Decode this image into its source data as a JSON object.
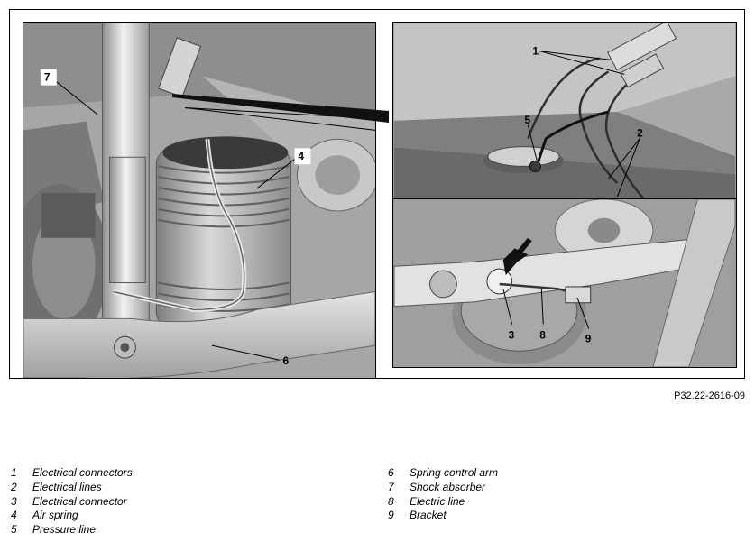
{
  "figure": {
    "id": "P32.22-2616-09",
    "callouts": {
      "main": [
        "7",
        "4",
        "6"
      ],
      "top_right": [
        "1",
        "5",
        "2"
      ],
      "bottom_right": [
        "3",
        "8",
        "9"
      ]
    }
  },
  "legend": {
    "left": [
      {
        "num": "1",
        "text": "Electrical connectors"
      },
      {
        "num": "2",
        "text": "Electrical lines"
      },
      {
        "num": "3",
        "text": "Electrical connector"
      },
      {
        "num": "4",
        "text": "Air spring"
      },
      {
        "num": "5",
        "text": "Pressure line"
      }
    ],
    "right": [
      {
        "num": "6",
        "text": "Spring control arm"
      },
      {
        "num": "7",
        "text": "Shock absorber"
      },
      {
        "num": "8",
        "text": "Electric line"
      },
      {
        "num": "9",
        "text": "Bracket"
      }
    ]
  }
}
